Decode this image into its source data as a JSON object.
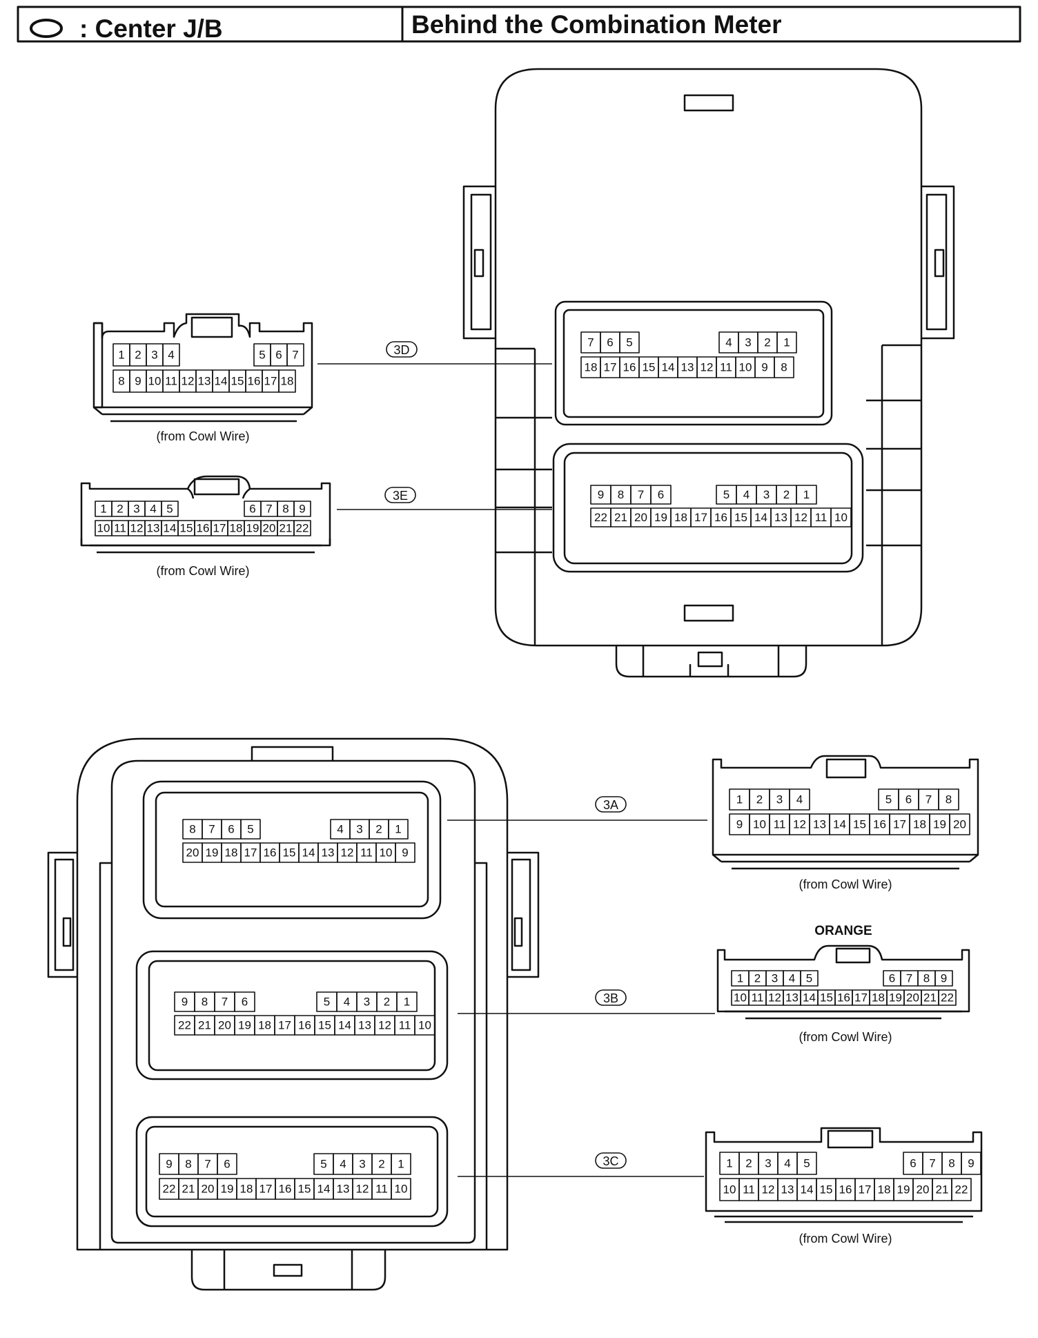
{
  "header": {
    "symbol_label": ": Center J/B",
    "location": "Behind the Combination Meter"
  },
  "connectors": {
    "c3D": {
      "id": "3D",
      "caption": "(from Cowl Wire)",
      "jb_rows": [
        [
          "7",
          "6",
          "5",
          "",
          "4",
          "3",
          "2",
          "1"
        ],
        [
          "18",
          "17",
          "16",
          "15",
          "14",
          "13",
          "12",
          "11",
          "10",
          "9",
          "8"
        ]
      ],
      "harness_rows": [
        [
          "1",
          "2",
          "3",
          "4",
          "",
          "5",
          "6",
          "7"
        ],
        [
          "8",
          "9",
          "10",
          "11",
          "12",
          "13",
          "14",
          "15",
          "16",
          "17",
          "18"
        ]
      ]
    },
    "c3E": {
      "id": "3E",
      "caption": "(from Cowl Wire)",
      "jb_rows": [
        [
          "9",
          "8",
          "7",
          "6",
          "",
          "5",
          "4",
          "3",
          "2",
          "1"
        ],
        [
          "22",
          "21",
          "20",
          "19",
          "18",
          "17",
          "16",
          "15",
          "14",
          "13",
          "12",
          "11",
          "10"
        ]
      ],
      "harness_rows": [
        [
          "1",
          "2",
          "3",
          "4",
          "5",
          "",
          "6",
          "7",
          "8",
          "9"
        ],
        [
          "10",
          "11",
          "12",
          "13",
          "14",
          "15",
          "16",
          "17",
          "18",
          "19",
          "20",
          "21",
          "22"
        ]
      ]
    },
    "c3A": {
      "id": "3A",
      "caption": "(from Cowl Wire)",
      "jb_rows": [
        [
          "8",
          "7",
          "6",
          "5",
          "",
          "4",
          "3",
          "2",
          "1"
        ],
        [
          "20",
          "19",
          "18",
          "17",
          "16",
          "15",
          "14",
          "13",
          "12",
          "11",
          "10",
          "9"
        ]
      ],
      "harness_rows": [
        [
          "1",
          "2",
          "3",
          "4",
          "",
          "5",
          "6",
          "7",
          "8"
        ],
        [
          "9",
          "10",
          "11",
          "12",
          "13",
          "14",
          "15",
          "16",
          "17",
          "18",
          "19",
          "20"
        ]
      ]
    },
    "c3B": {
      "id": "3B",
      "caption": "(from Cowl Wire)",
      "color_label": "ORANGE",
      "jb_rows": [
        [
          "9",
          "8",
          "7",
          "6",
          "",
          "5",
          "4",
          "3",
          "2",
          "1"
        ],
        [
          "22",
          "21",
          "20",
          "19",
          "18",
          "17",
          "16",
          "15",
          "14",
          "13",
          "12",
          "11",
          "10"
        ]
      ],
      "harness_rows": [
        [
          "1",
          "2",
          "3",
          "4",
          "5",
          "",
          "6",
          "7",
          "8",
          "9"
        ],
        [
          "10",
          "11",
          "12",
          "13",
          "14",
          "15",
          "16",
          "17",
          "18",
          "19",
          "20",
          "21",
          "22"
        ]
      ]
    },
    "c3C": {
      "id": "3C",
      "caption": "(from Cowl Wire)",
      "jb_rows": [
        [
          "9",
          "8",
          "7",
          "6",
          "",
          "5",
          "4",
          "3",
          "2",
          "1"
        ],
        [
          "22",
          "21",
          "20",
          "19",
          "18",
          "17",
          "16",
          "15",
          "14",
          "13",
          "12",
          "11",
          "10"
        ]
      ],
      "harness_rows": [
        [
          "1",
          "2",
          "3",
          "4",
          "5",
          "",
          "6",
          "7",
          "8",
          "9"
        ],
        [
          "10",
          "11",
          "12",
          "13",
          "14",
          "15",
          "16",
          "17",
          "18",
          "19",
          "20",
          "21",
          "22"
        ]
      ]
    }
  }
}
